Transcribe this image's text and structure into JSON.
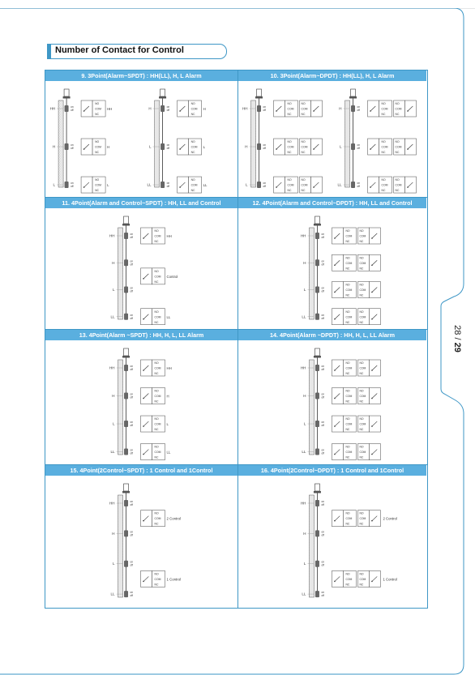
{
  "section_title": "Number of Contact for Control",
  "page": {
    "current": "28",
    "separator": "/",
    "next": "29"
  },
  "cells": [
    {
      "title": "9. 3Point(Alarm~SPDT) : HH(LL), H, L Alarm",
      "levels": [
        "HH",
        "H",
        "L"
      ],
      "outputs": [
        "HH",
        "H",
        "L"
      ],
      "alt_levels": [
        "H",
        "L",
        "LL"
      ],
      "alt_outputs": [
        "H",
        "L",
        "LL"
      ]
    },
    {
      "title": "10. 3Point(Alarm~DPDT) : HH(LL), H, L Alarm",
      "levels": [
        "HH",
        "H",
        "L"
      ],
      "alt_levels": [
        "H",
        "L",
        "LL"
      ]
    },
    {
      "title": "11. 4Point(Alarm and Control~SPDT) : HH, LL and Control",
      "levels": [
        "HH",
        "H",
        "L",
        "LL"
      ],
      "outputs": [
        "HH",
        "Control",
        "LL"
      ]
    },
    {
      "title": "12. 4Point(Alarm and Control~DPDT) : HH, LL and Control",
      "levels": [
        "HH",
        "H",
        "L",
        "LL"
      ]
    },
    {
      "title": "13. 4Point(Alarm ~SPDT) : HH, H, L, LL Alarm",
      "levels": [
        "HH",
        "H",
        "L",
        "LL"
      ],
      "outputs": [
        "HH",
        "H",
        "L",
        "LL"
      ]
    },
    {
      "title": "14. 4Point(Alarm ~DPDT) : HH, H, L, LL Alarm",
      "levels": [
        "HH",
        "H",
        "L",
        "LL"
      ]
    },
    {
      "title": "15. 4Point(2Control~SPDT) : 1 Control and 1Control",
      "levels": [
        "HH",
        "H",
        "L",
        "LL"
      ],
      "outputs": [
        "2 Control",
        "1 Control"
      ]
    },
    {
      "title": "16. 4Point(2Control~DPDT) : 1 Control and 1Control",
      "levels": [
        "HH",
        "H",
        "L",
        "LL"
      ],
      "outputs": [
        "2 Control",
        "1 Control"
      ]
    }
  ],
  "terms": {
    "no": "NO",
    "com": "COM",
    "nc": "NC",
    "on": "on",
    "off": "off"
  }
}
